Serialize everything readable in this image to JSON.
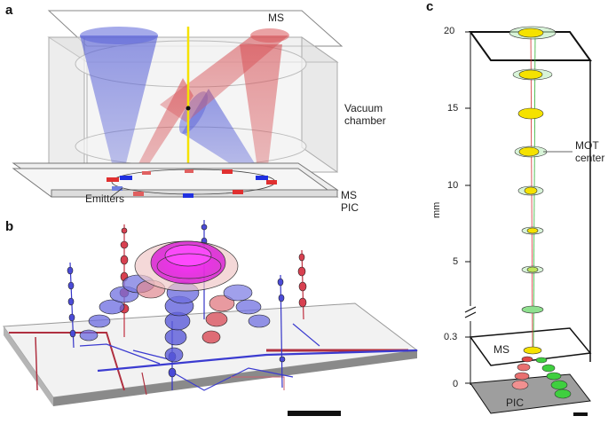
{
  "panels": {
    "a": {
      "letter": "a",
      "ms_label": "MS",
      "vacuum_line1": "Vacuum",
      "vacuum_line2": "chamber",
      "emitters_label": "Emitters",
      "ms_bottom_label": "MS",
      "pic_label": "PIC"
    },
    "b": {
      "letter": "b"
    },
    "c": {
      "letter": "c",
      "axis_unit": "mm",
      "ticks": [
        "20",
        "15",
        "10",
        "5",
        "0.3",
        "0"
      ],
      "mot_line1": "MOT",
      "mot_line2": "center",
      "ms_label": "MS",
      "pic_label": "PIC"
    }
  },
  "colors": {
    "beam_blue": "#5b64d8",
    "beam_red": "#d8555a",
    "atom_yellow": "#f5e200",
    "atom_green": "#3fcf3f",
    "atom_magenta": "#e000e0",
    "chip_gray": "#cfcfcf"
  },
  "icons": [
    "axis-break-icon",
    "scale-bar-icon"
  ]
}
